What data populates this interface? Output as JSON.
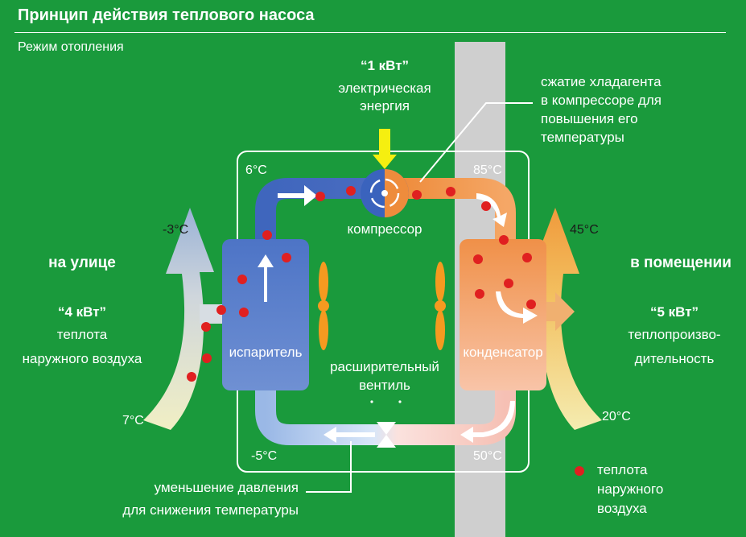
{
  "header": {
    "title": "Принцип действия теплового насоса",
    "subtitle": "Режим отопления"
  },
  "power": {
    "value": "“1 кВт”",
    "line1": "электрическая",
    "line2": "энергия"
  },
  "compression_note": {
    "line1": "сжатие хладагента",
    "line2": "в компрессоре для",
    "line3": "повышения его",
    "line4": "температуры"
  },
  "temps": {
    "top_left": "6°C",
    "top_right": "85°C",
    "bottom_left": "-5°C",
    "bottom_right": "50°C",
    "outside_top": "-3°C",
    "outside_bottom": "7°C",
    "inside_top": "45°C",
    "inside_bottom": "20°C"
  },
  "components": {
    "compressor": "компрессор",
    "evaporator": "испаритель",
    "condenser": "конденсатор",
    "valve_line1": "расширительный",
    "valve_line2": "вентиль"
  },
  "outside": {
    "label": "на улице",
    "value": "“4 кВт”",
    "line1": "теплота",
    "line2": "наружного воздуха"
  },
  "inside": {
    "label": "в помещении",
    "value": "“5 кВт”",
    "line1": "теплопроизво-",
    "line2": "дительность"
  },
  "pressure_note": {
    "line1": "уменьшение давления",
    "line2": "для снижения температуры"
  },
  "legend": {
    "line1": "теплота",
    "line2": "наружного",
    "line3": "воздуха"
  },
  "colors": {
    "background": "#1a9a3c",
    "wall": "#cfcfcf",
    "cold": "#4a72c2",
    "hot": "#f09a4a",
    "dot": "#e02020",
    "arrow_power": "#f5ef10",
    "fan": "#f59a20"
  }
}
